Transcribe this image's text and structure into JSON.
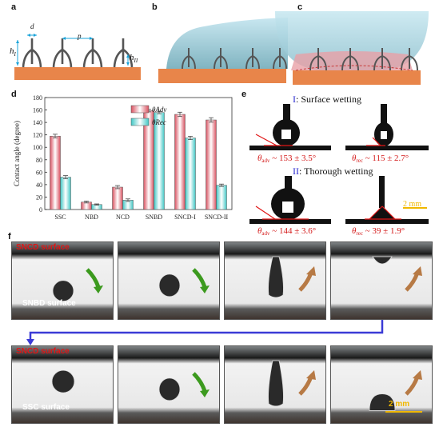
{
  "labels": {
    "a": "a",
    "b": "b",
    "c": "c",
    "d": "d",
    "e": "e",
    "f": "f"
  },
  "panel_a": {
    "d": "d",
    "p": "p",
    "h1": "h",
    "h1_sub": "I",
    "h2": "h",
    "h2_sub": "II"
  },
  "panel_e": {
    "header1_roman": "I",
    "header1_text": ": Surface wetting",
    "header2_roman": "II",
    "header2_text": ": Thorough wetting",
    "scale": "2 mm",
    "eq": [
      {
        "sym": "θ",
        "sub": "adv",
        "val": " ~ 153 ± 3.5°"
      },
      {
        "sym": "θ",
        "sub": "rec",
        "val": " ~ 115 ± 2.7°"
      },
      {
        "sym": "θ",
        "sub": "adv",
        "val": " ~ 144 ± 3.6°"
      },
      {
        "sym": "θ",
        "sub": "rec",
        "val": " ~ 39 ± 1.9°"
      }
    ]
  },
  "panel_f": {
    "top_label": "SNCD surface",
    "row1_bottom": "SNBD surface",
    "row2_bottom": "SSC surface",
    "scale": "2 mm"
  },
  "colors": {
    "adv": "#d8505f",
    "rec": "#3fc6c4",
    "substrate": "#e8854a",
    "arrow_green": "#3c9a1e",
    "arrow_brown": "#b77a45",
    "connector": "#3b3bd6"
  },
  "chart_data": {
    "type": "bar",
    "ylabel": "Contact angle (degree)",
    "ylim": [
      0,
      180
    ],
    "yticks": [
      0,
      20,
      40,
      60,
      80,
      100,
      120,
      140,
      160,
      180
    ],
    "categories": [
      "SSC",
      "NBD",
      "NCD",
      "SNBD",
      "SNCD-I",
      "SNCD-II"
    ],
    "series": [
      {
        "name": "θAdv",
        "values": [
          118,
          12,
          36,
          159,
          153,
          144
        ],
        "errors": [
          3,
          1.5,
          2.5,
          2,
          3.5,
          3.6
        ]
      },
      {
        "name": "θRec",
        "values": [
          52,
          8,
          15,
          156,
          115,
          39
        ],
        "errors": [
          2.5,
          1,
          2,
          2,
          2.7,
          1.9
        ]
      }
    ],
    "legend": "top-right",
    "grid": false
  }
}
